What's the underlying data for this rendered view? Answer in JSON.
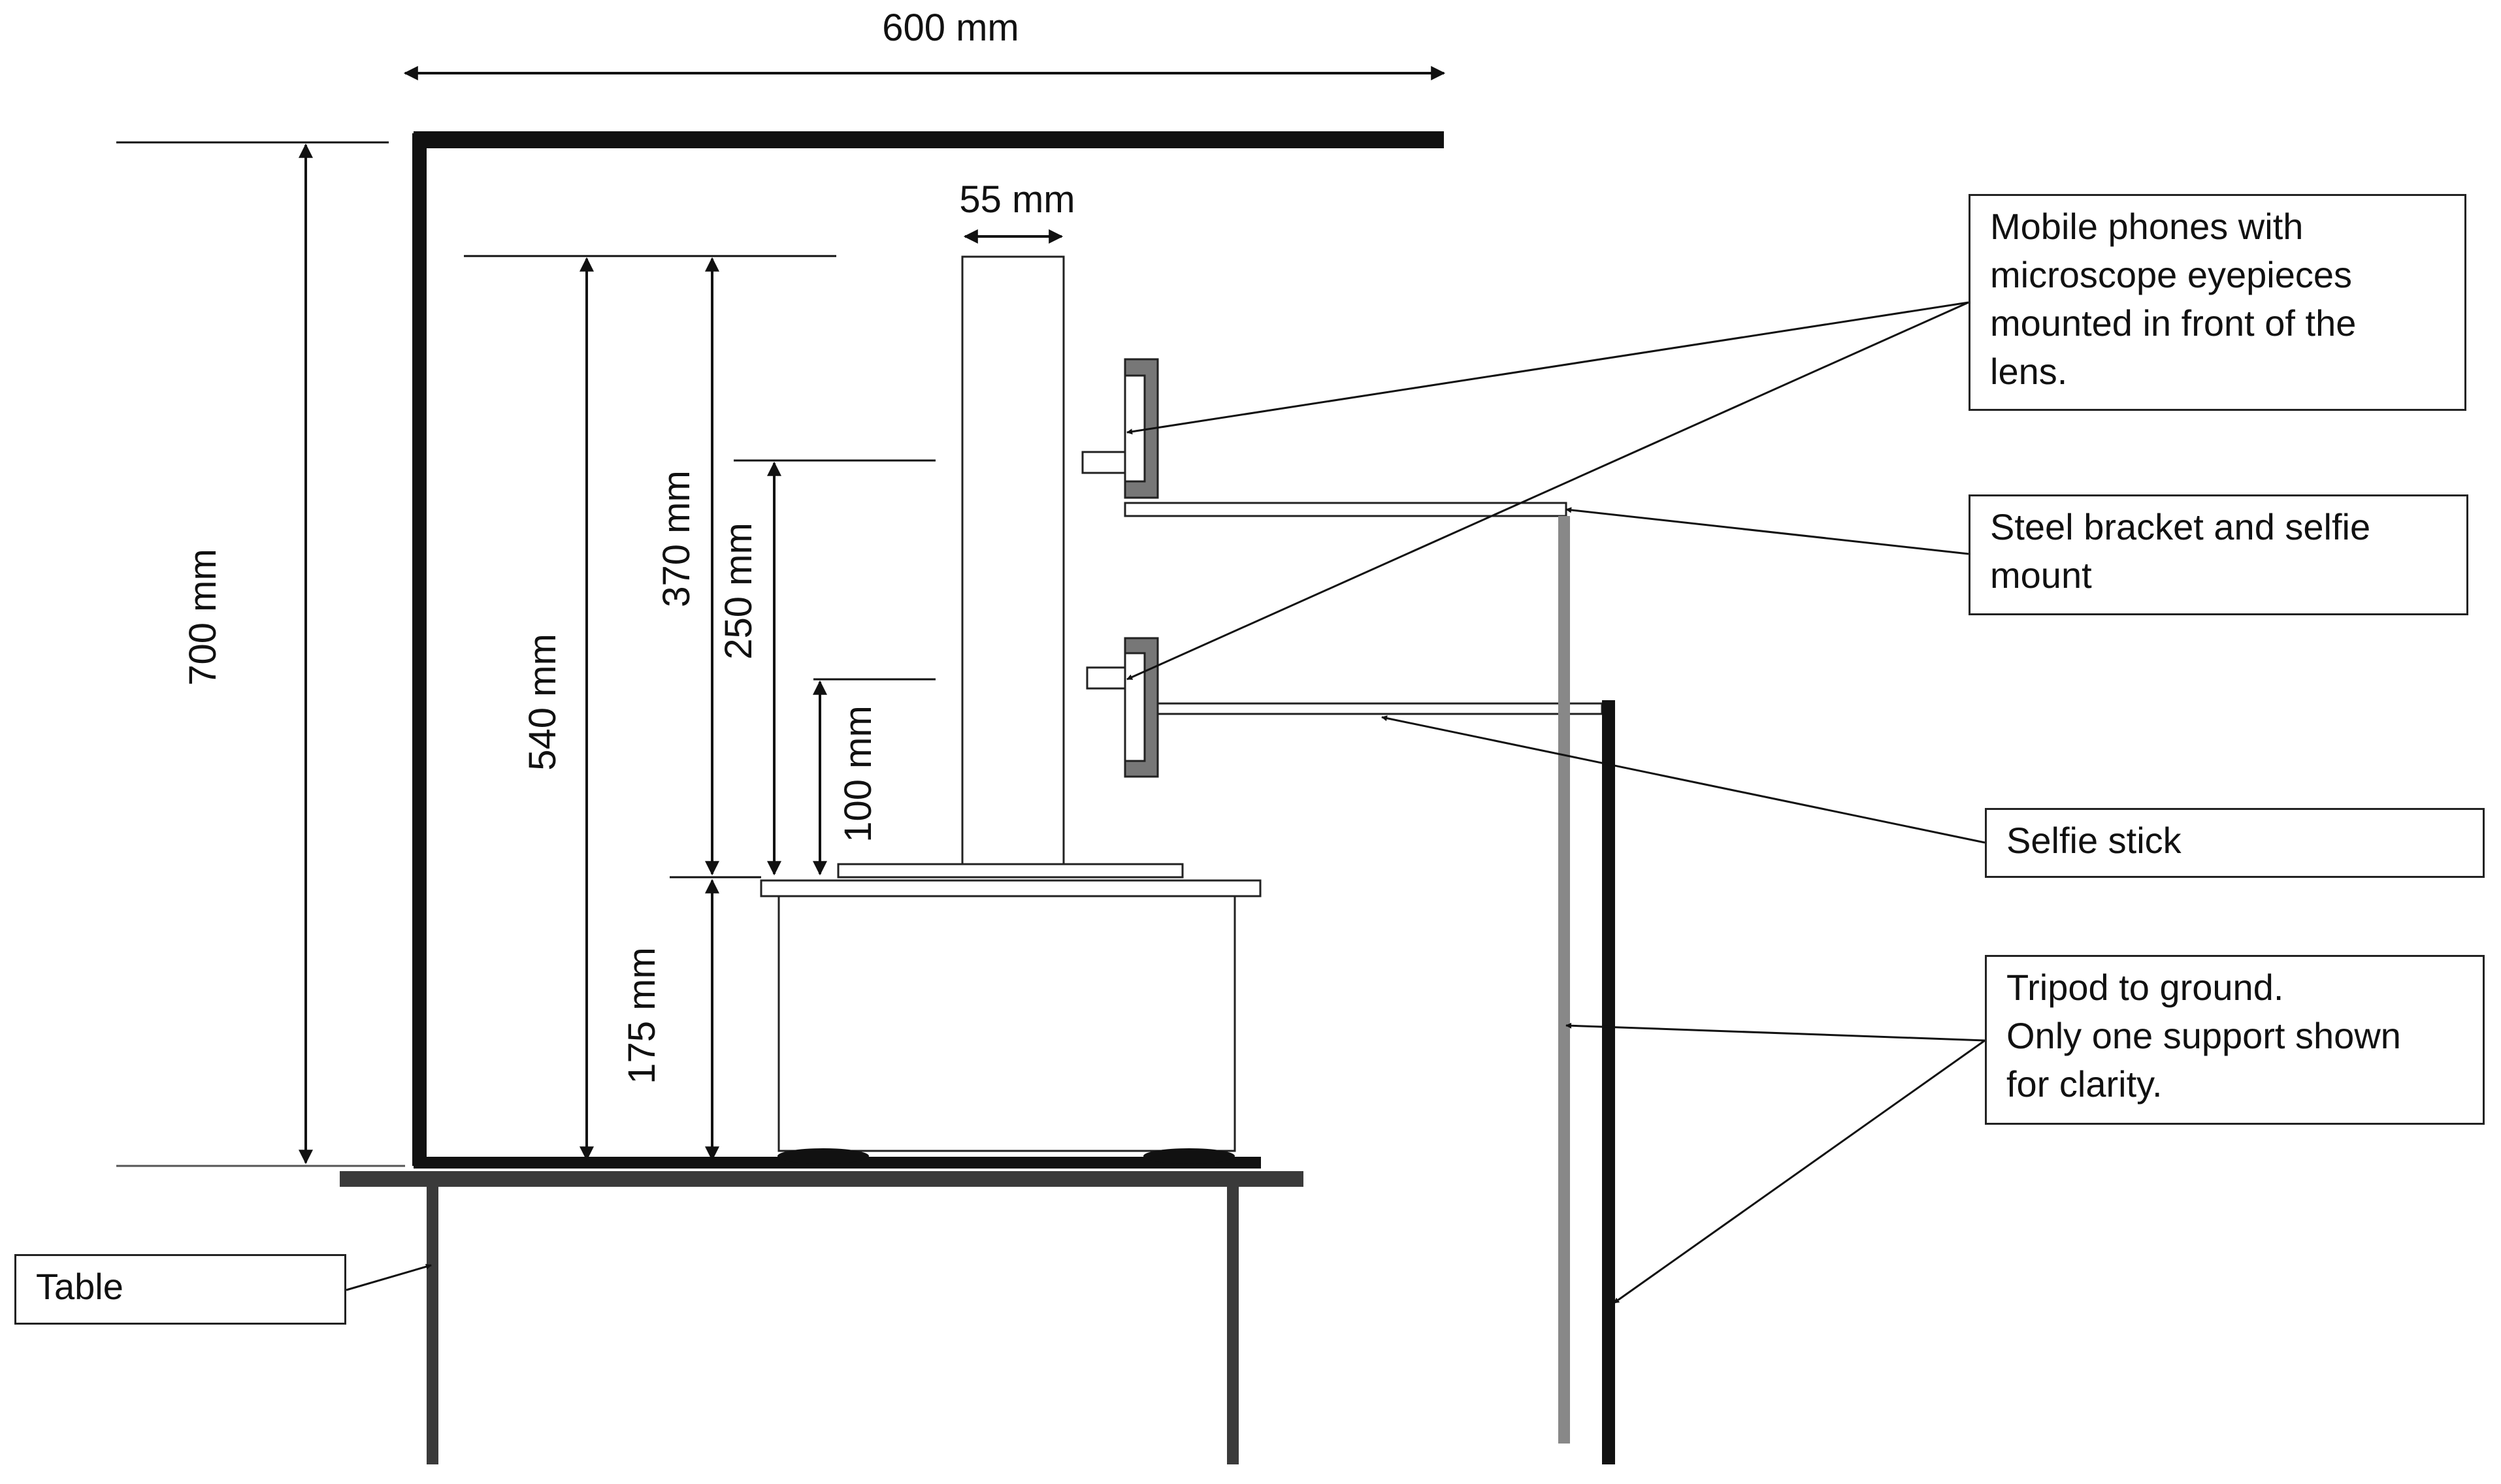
{
  "dimensions": {
    "width_600": "600 mm",
    "width_55": "55 mm",
    "height_700": "700 mm",
    "height_540": "540 mm",
    "height_370": "370 mm",
    "height_250": "250 mm",
    "height_100": "100 mm",
    "height_175": "175 mm"
  },
  "callouts": {
    "phones": "Mobile phones with\nmicroscope eyepieces\nmounted in front of the\nlens.",
    "bracket": "Steel bracket and selfie\nmount",
    "selfie_stick": "Selfie stick",
    "tripod": "Tripod to ground.\nOnly one support shown\nfor clarity.",
    "table": "Table"
  },
  "colors": {
    "line": "#111111",
    "table": "#3a3a3a",
    "phone": "#777777",
    "tripod_grey": "#888888"
  }
}
